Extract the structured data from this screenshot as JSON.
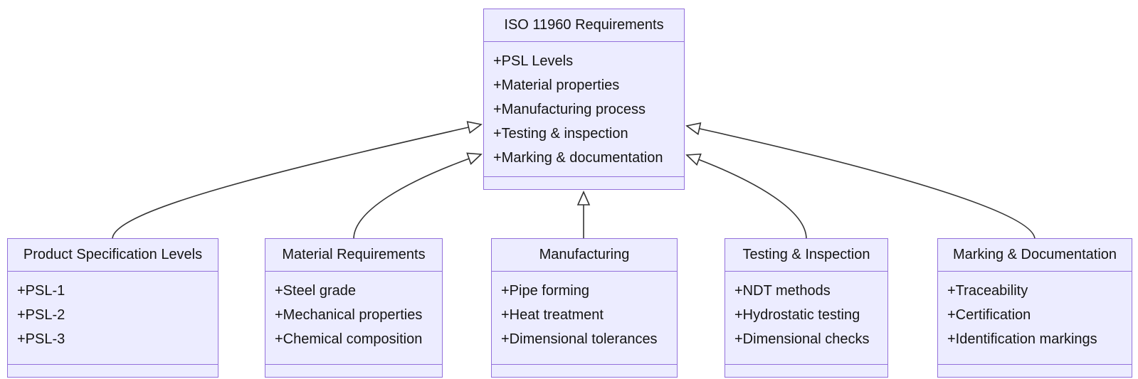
{
  "diagram": {
    "type": "uml-class-diagram",
    "parent": {
      "title": "ISO 11960 Requirements",
      "attributes": [
        "+PSL Levels",
        "+Material properties",
        "+Manufacturing process",
        "+Testing & inspection",
        "+Marking & documentation"
      ]
    },
    "children": [
      {
        "title": "Product Specification Levels",
        "attributes": [
          "+PSL-1",
          "+PSL-2",
          "+PSL-3"
        ]
      },
      {
        "title": "Material Requirements",
        "attributes": [
          "+Steel grade",
          "+Mechanical properties",
          "+Chemical composition"
        ]
      },
      {
        "title": "Manufacturing",
        "attributes": [
          "+Pipe forming",
          "+Heat treatment",
          "+Dimensional tolerances"
        ]
      },
      {
        "title": "Testing & Inspection",
        "attributes": [
          "+NDT methods",
          "+Hydrostatic testing",
          "+Dimensional checks"
        ]
      },
      {
        "title": "Marking & Documentation",
        "attributes": [
          "+Traceability",
          "+Certification",
          "+Identification markings"
        ]
      }
    ],
    "edges": [
      {
        "from": "Product Specification Levels",
        "to": "ISO 11960 Requirements",
        "type": "inheritance"
      },
      {
        "from": "Material Requirements",
        "to": "ISO 11960 Requirements",
        "type": "inheritance"
      },
      {
        "from": "Manufacturing",
        "to": "ISO 11960 Requirements",
        "type": "inheritance"
      },
      {
        "from": "Testing & Inspection",
        "to": "ISO 11960 Requirements",
        "type": "inheritance"
      },
      {
        "from": "Marking & Documentation",
        "to": "ISO 11960 Requirements",
        "type": "inheritance"
      }
    ],
    "colors": {
      "node_fill": "#ECECFF",
      "node_border": "#9370DB",
      "edge_line": "#333333",
      "arrowhead_fill": "#ffffff",
      "text": "#141414",
      "background": "#ffffff"
    }
  }
}
